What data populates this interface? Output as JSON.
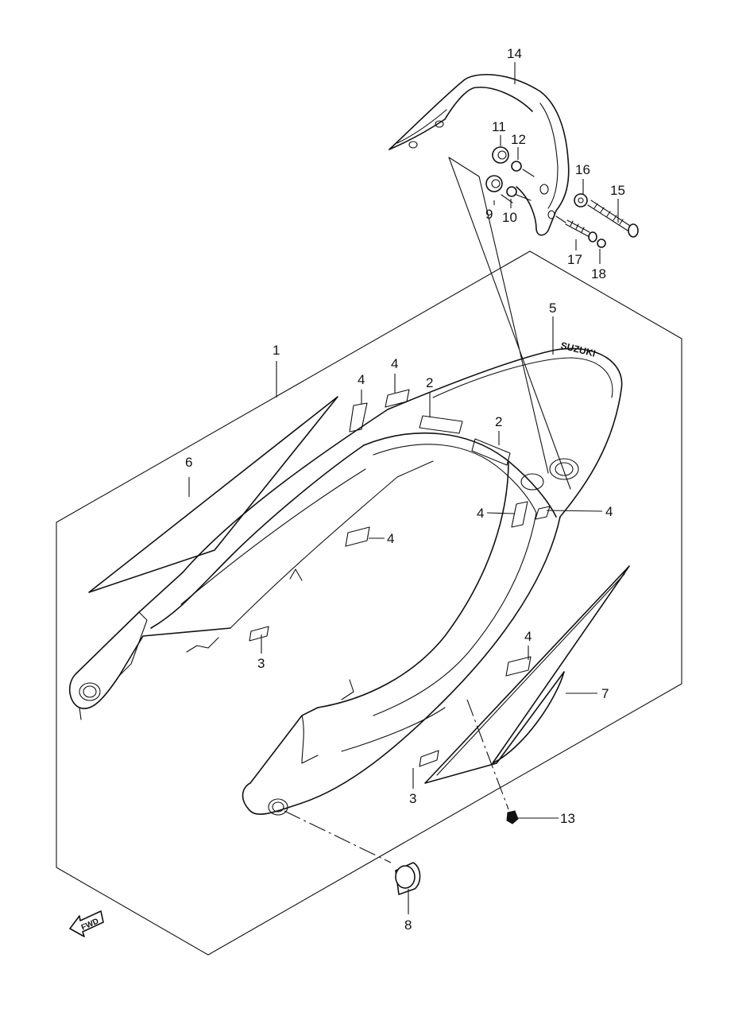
{
  "callouts": {
    "c1": "1",
    "c2a": "2",
    "c2b": "2",
    "c3a": "3",
    "c3b": "3",
    "c4a": "4",
    "c4b": "4",
    "c4c": "4",
    "c4d": "4",
    "c4e": "4",
    "c4f": "4",
    "c5": "5",
    "c6": "6",
    "c7": "7",
    "c8": "8",
    "c9": "9",
    "c10": "10",
    "c11": "11",
    "c12": "12",
    "c13": "13",
    "c14": "14",
    "c15": "15",
    "c16": "16",
    "c17": "17",
    "c18": "18"
  },
  "brand_mark": "SUZUKI",
  "fwd_label": "FWD"
}
